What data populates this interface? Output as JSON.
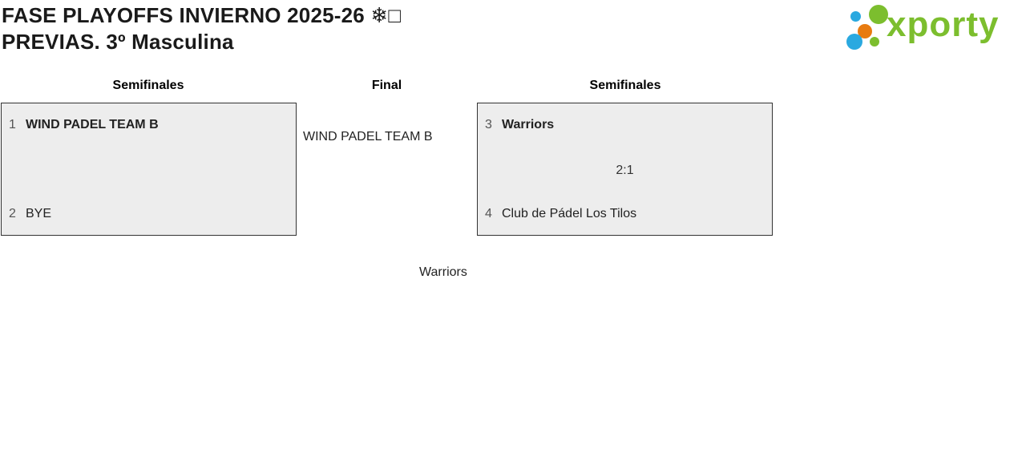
{
  "title": {
    "line1": "FASE PLAYOFFS INVIERNO 2025-26 ❄□",
    "line2": "PREVIAS. 3º Masculina"
  },
  "logo": {
    "wordmark": "xporty"
  },
  "colors": {
    "green": "#7cbe2e",
    "blue": "#2aa9e0",
    "orange": "#e87b10",
    "box-bg": "#ededed",
    "box-border": "#333333"
  },
  "bracket": {
    "rounds": [
      {
        "label": "Semifinales"
      },
      {
        "label": "Final"
      },
      {
        "label": "Semifinales"
      }
    ],
    "semifinal_left": {
      "top": {
        "seed": "1",
        "name": "WIND PADEL TEAM B"
      },
      "bottom": {
        "seed": "2",
        "name": "BYE"
      }
    },
    "semifinal_right": {
      "top": {
        "seed": "3",
        "name": "Warriors"
      },
      "bottom": {
        "seed": "4",
        "name": "Club de Pádel Los Tilos"
      },
      "score": "2:1"
    },
    "final": {
      "top_team": "WIND PADEL TEAM B",
      "bottom_team": "Warriors"
    }
  }
}
